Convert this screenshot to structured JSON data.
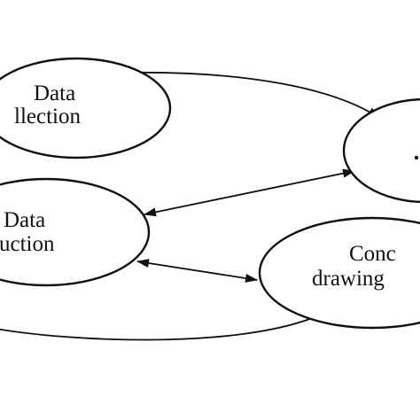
{
  "diagram": {
    "type": "cycle-flow",
    "nodes": [
      {
        "id": "data-collection",
        "lines": [
          "Data",
          "llection"
        ]
      },
      {
        "id": "data-reduction",
        "lines": [
          "Data",
          "uction"
        ]
      },
      {
        "id": "conclusion-drawing",
        "lines": [
          "Conc",
          "drawing"
        ]
      },
      {
        "id": "data-display",
        "lines": [
          "",
          ""
        ]
      }
    ],
    "edges": [
      {
        "from": "data-collection",
        "to": "data-display",
        "direction": "forward"
      },
      {
        "from": "data-reduction",
        "to": "data-display",
        "direction": "both"
      },
      {
        "from": "data-reduction",
        "to": "conclusion-drawing",
        "direction": "both"
      },
      {
        "from": "conclusion-drawing",
        "to": "data-reduction",
        "direction": "none"
      }
    ]
  }
}
